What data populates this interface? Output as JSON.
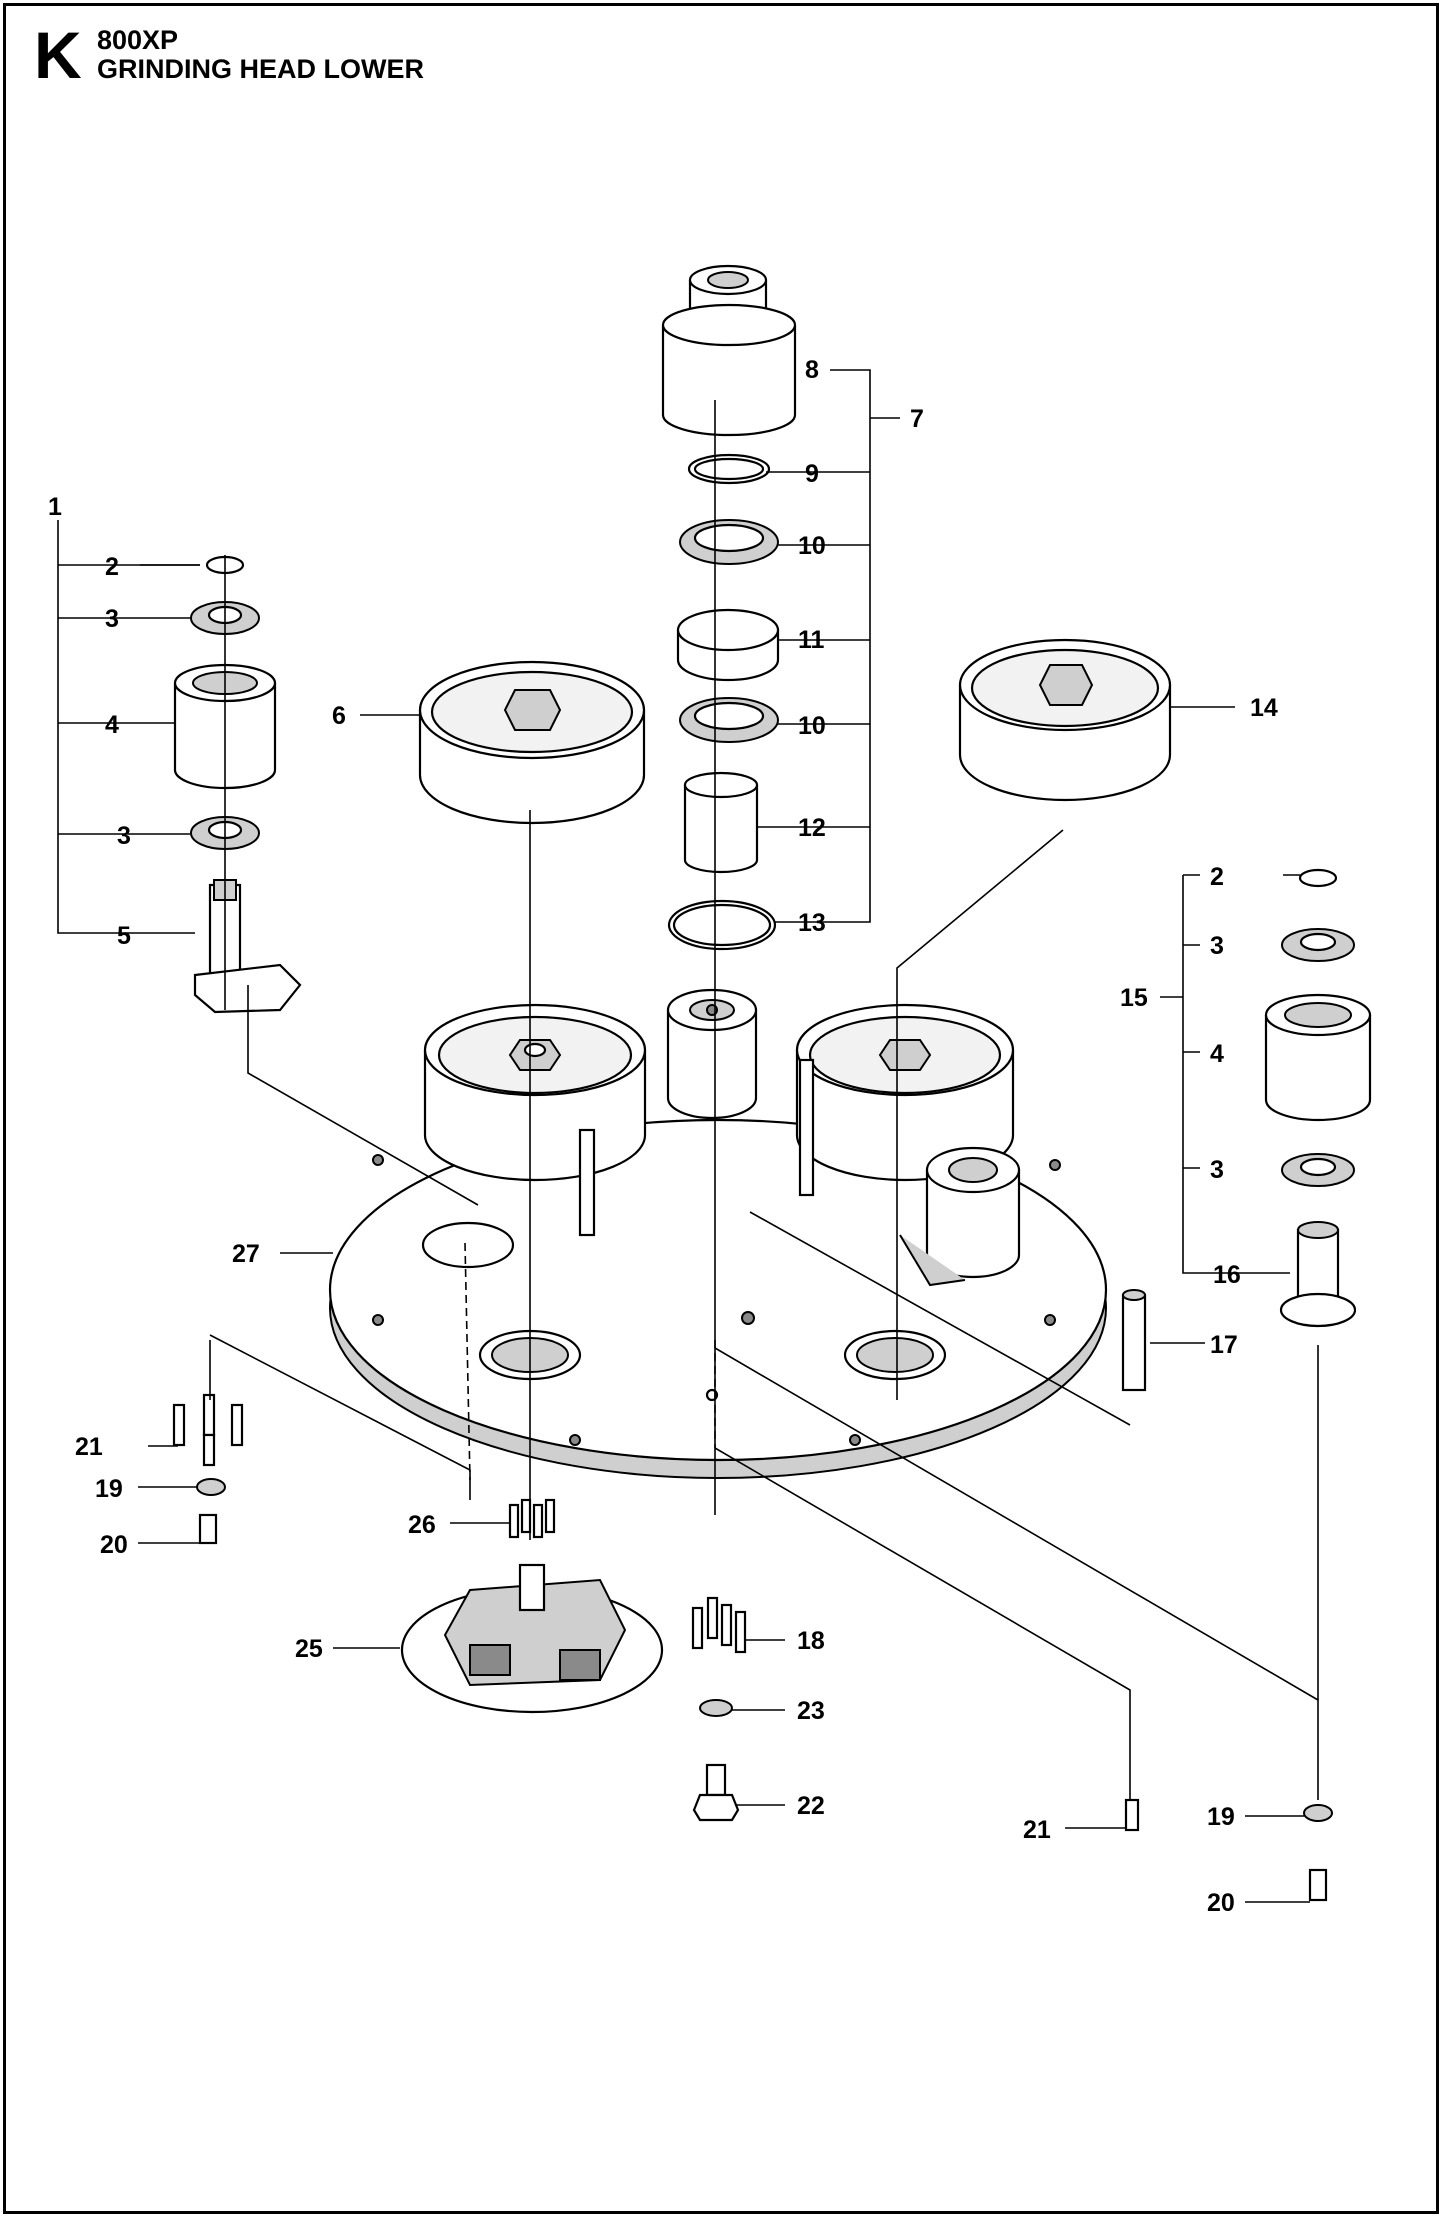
{
  "header": {
    "section_letter": "K",
    "model": "800XP",
    "title": "GRINDING HEAD LOWER"
  },
  "callouts": {
    "c1": "1",
    "c2a": "2",
    "c3a": "3",
    "c4a": "4",
    "c3b": "3",
    "c5": "5",
    "c6": "6",
    "c7": "7",
    "c8": "8",
    "c9": "9",
    "c10a": "10",
    "c11": "11",
    "c10b": "10",
    "c12": "12",
    "c13": "13",
    "c14": "14",
    "c2b": "2",
    "c3c": "3",
    "c15": "15",
    "c4b": "4",
    "c3d": "3",
    "c16": "16",
    "c17": "17",
    "c27": "27",
    "c21a": "21",
    "c19a": "19",
    "c20a": "20",
    "c26": "26",
    "c25": "25",
    "c18": "18",
    "c23": "23",
    "c22": "22",
    "c21b": "21",
    "c19b": "19",
    "c20b": "20"
  }
}
